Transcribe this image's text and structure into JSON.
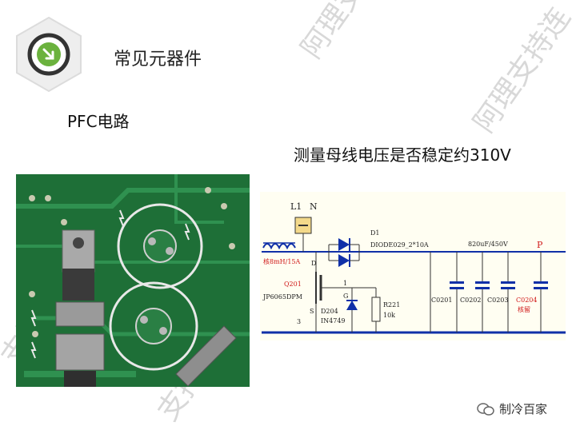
{
  "slide": {
    "title": "常见元器件",
    "subtitle": "PFC电路",
    "note": "测量母线电压是否稳定约310V"
  },
  "watermark": [
    "阿理支持",
    "阿理支持连",
    "支持",
    "支持连"
  ],
  "schematic": {
    "l1": "L1",
    "n": "N",
    "d1": "D1",
    "d1_part": "DIODE029_2*10A",
    "cap_rating": "820uF/450V",
    "p": "P",
    "inductor": "核8mH/15A",
    "d": "D",
    "q201": "Q201",
    "q201_part": "JP6065DPM",
    "s": "S",
    "g": "G",
    "node1": "1",
    "d204": "D204",
    "d204_part": "IN4749",
    "r221": "R221",
    "r221_val": "10k",
    "c0201": "C0201",
    "c0202": "C0202",
    "c0203": "C0203",
    "c0204": "C0204",
    "c0204_note": "核留",
    "pin3": "3"
  },
  "footer": {
    "brand": "制冷百家"
  },
  "colors": {
    "board": "#1f7a3a",
    "accent": "#5aa83a",
    "bus": "#1030a8",
    "label_red": "#d01818"
  }
}
